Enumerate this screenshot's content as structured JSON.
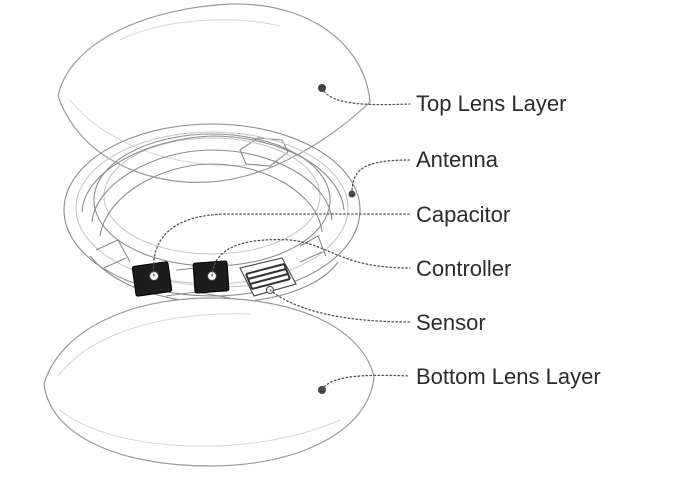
{
  "labels": {
    "top_lens": "Top Lens Layer",
    "antenna": "Antenna",
    "capacitor": "Capacitor",
    "controller": "Controller",
    "sensor": "Sensor",
    "bottom_lens": "Bottom Lens Layer"
  }
}
